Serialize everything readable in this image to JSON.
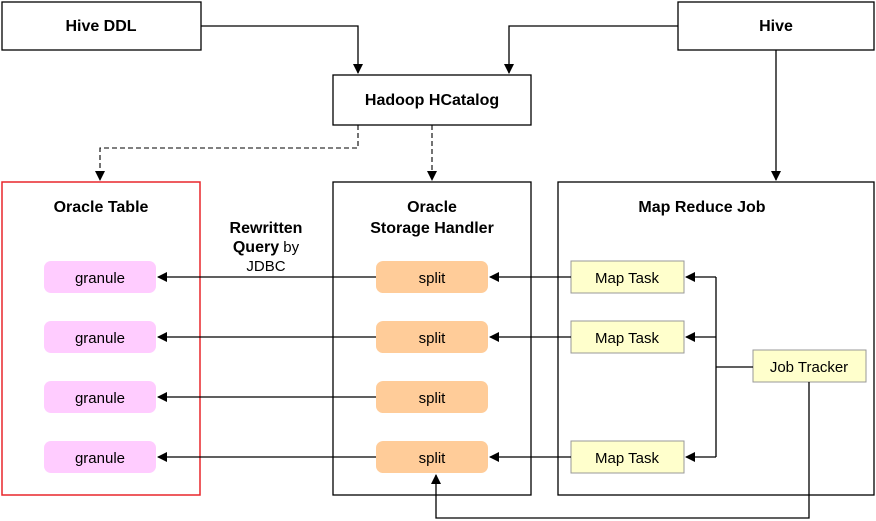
{
  "boxes": {
    "hive_ddl": "Hive DDL",
    "hive": "Hive",
    "hcatalog": "Hadoop HCatalog"
  },
  "containers": {
    "oracle_table": "Oracle Table",
    "storage_handler_line1": "Oracle",
    "storage_handler_line2": "Storage Handler",
    "map_reduce": "Map Reduce Job"
  },
  "granules": [
    "granule",
    "granule",
    "granule",
    "granule"
  ],
  "splits": [
    "split",
    "split",
    "split",
    "split"
  ],
  "map_tasks": [
    "Map Task",
    "Map Task",
    "Map Task"
  ],
  "job_tracker": "Job Tracker",
  "annotation": {
    "line1_bold": "Rewritten",
    "line2_bold": "Query",
    "line2_rest": " by",
    "line3": "JDBC"
  },
  "colors": {
    "granule_fill": "#FFCCFF",
    "split_fill": "#FFCC99",
    "task_fill": "#FFFFCC",
    "oracle_border": "#E8262B"
  }
}
